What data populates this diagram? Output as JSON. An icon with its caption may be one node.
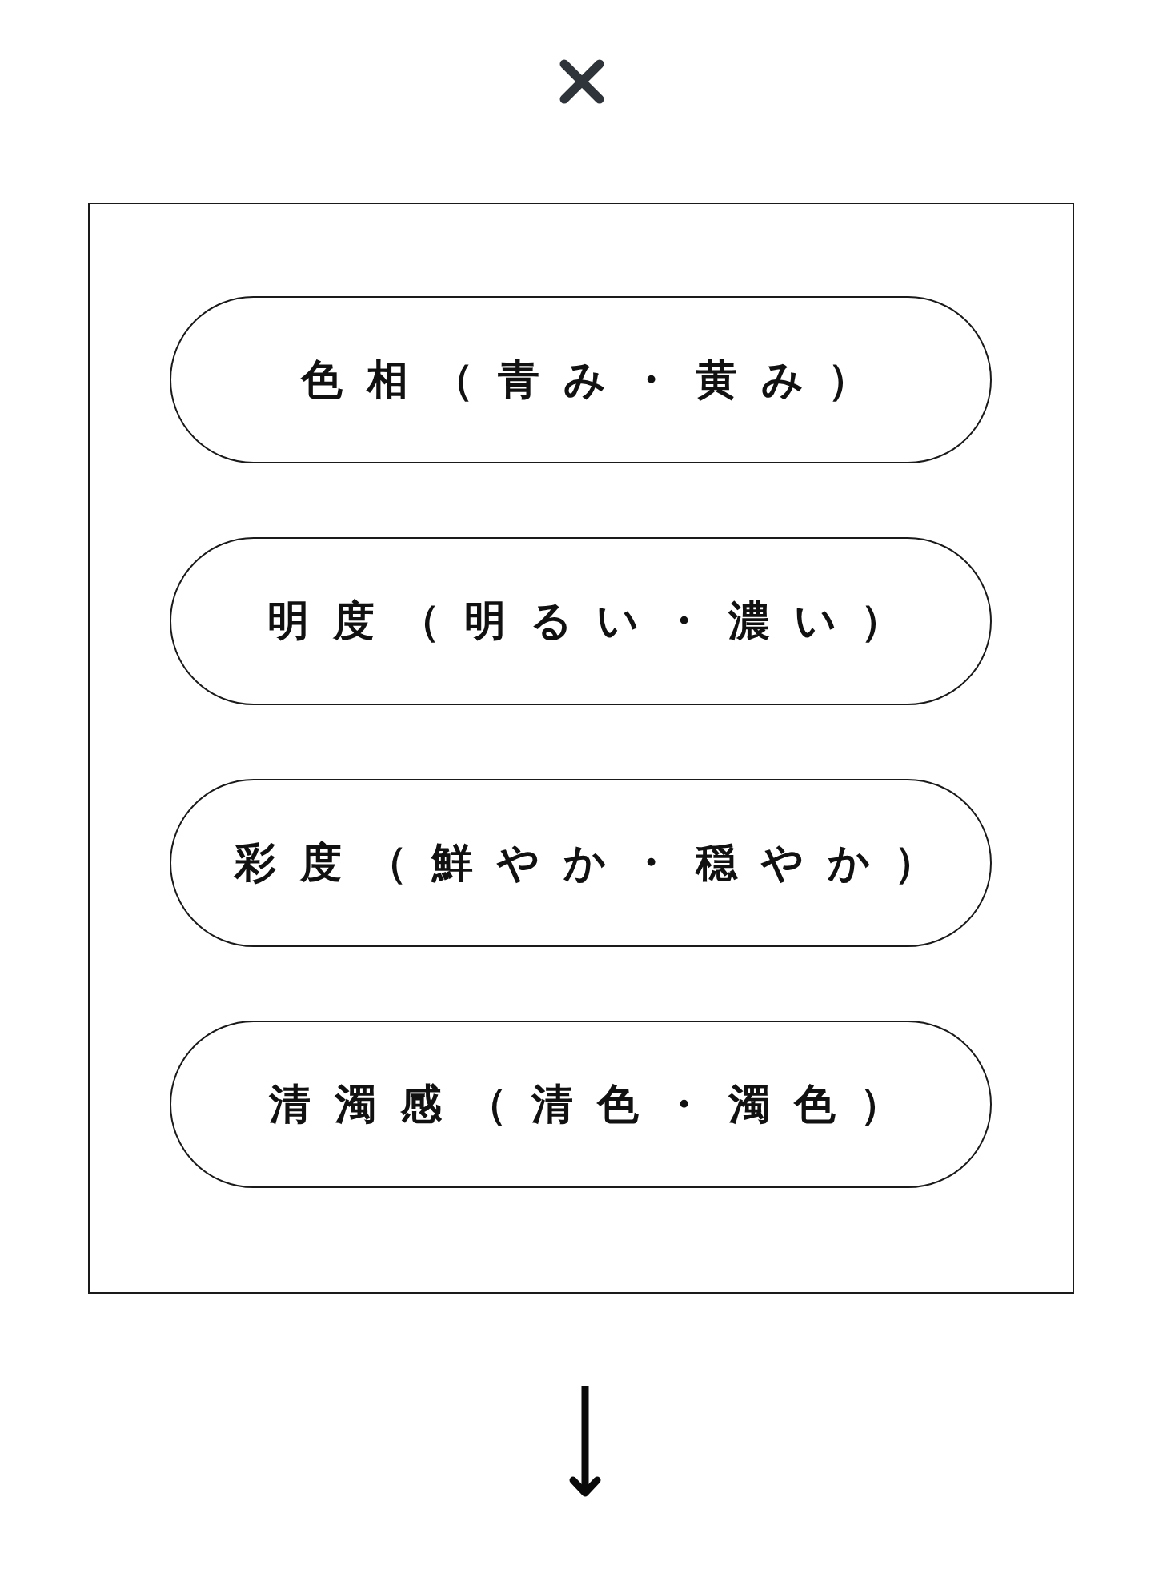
{
  "diagram": {
    "nodes": [
      {
        "text": [],
        "shape": "box"
      },
      {
        "text": [
          "色相（青み・黄み）"
        ],
        "in": 0
      },
      {
        "text": [
          "明度（明るい・濃い）"
        ],
        "in": 0
      },
      {
        "text": [
          "彩度（鮮やか・穏やか）"
        ],
        "in": 0
      },
      {
        "text": [
          "清濁感（清色・濁色）"
        ],
        "in": 0
      }
    ]
  }
}
